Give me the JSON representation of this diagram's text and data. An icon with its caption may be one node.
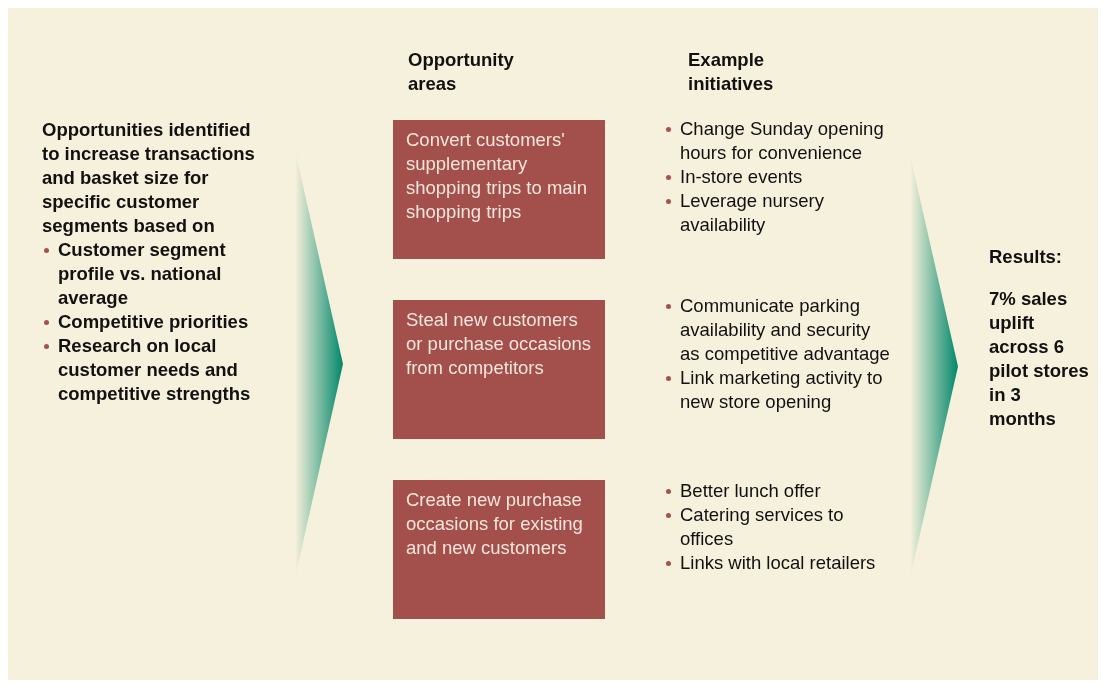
{
  "diagram": {
    "nodes": [
      {
        "text": [
          "Convert customers' supplementary shopping trips to main shopping trips"
        ]
      },
      {
        "text": [
          "Steal new customers or purchase occasions from competitors"
        ]
      },
      {
        "text": [
          "Create new purchase occasions for existing and new customers"
        ]
      }
    ],
    "labels": [
      "Opportunities identified to increase transactions and basket size for specific customer segments based on",
      "Customer segment profile vs. national average",
      "Competitive priorities",
      "Research on local customer needs and competitive strengths",
      "Opportunity areas",
      "Example initiatives",
      "Change Sunday opening hours for convenience",
      "In-store events",
      "Leverage nursery availability",
      "Communicate parking availability and security as competitive advantage",
      "Link marketing activity to new store opening",
      "Better lunch offer",
      "Catering services to offices",
      "Links with local retailers",
      "Results:",
      "7% sales uplift across 6 pilot stores in 3 months"
    ]
  }
}
